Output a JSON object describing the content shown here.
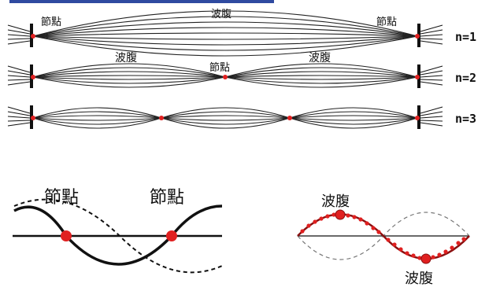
{
  "labels": {
    "node": "節點",
    "antinode": "波腹",
    "n1": "n=1",
    "n2": "n=2",
    "n3": "n=3"
  },
  "colors": {
    "accent_line": "#2f4aa0",
    "node_dot": "#e02020",
    "ink": "#111111"
  }
}
